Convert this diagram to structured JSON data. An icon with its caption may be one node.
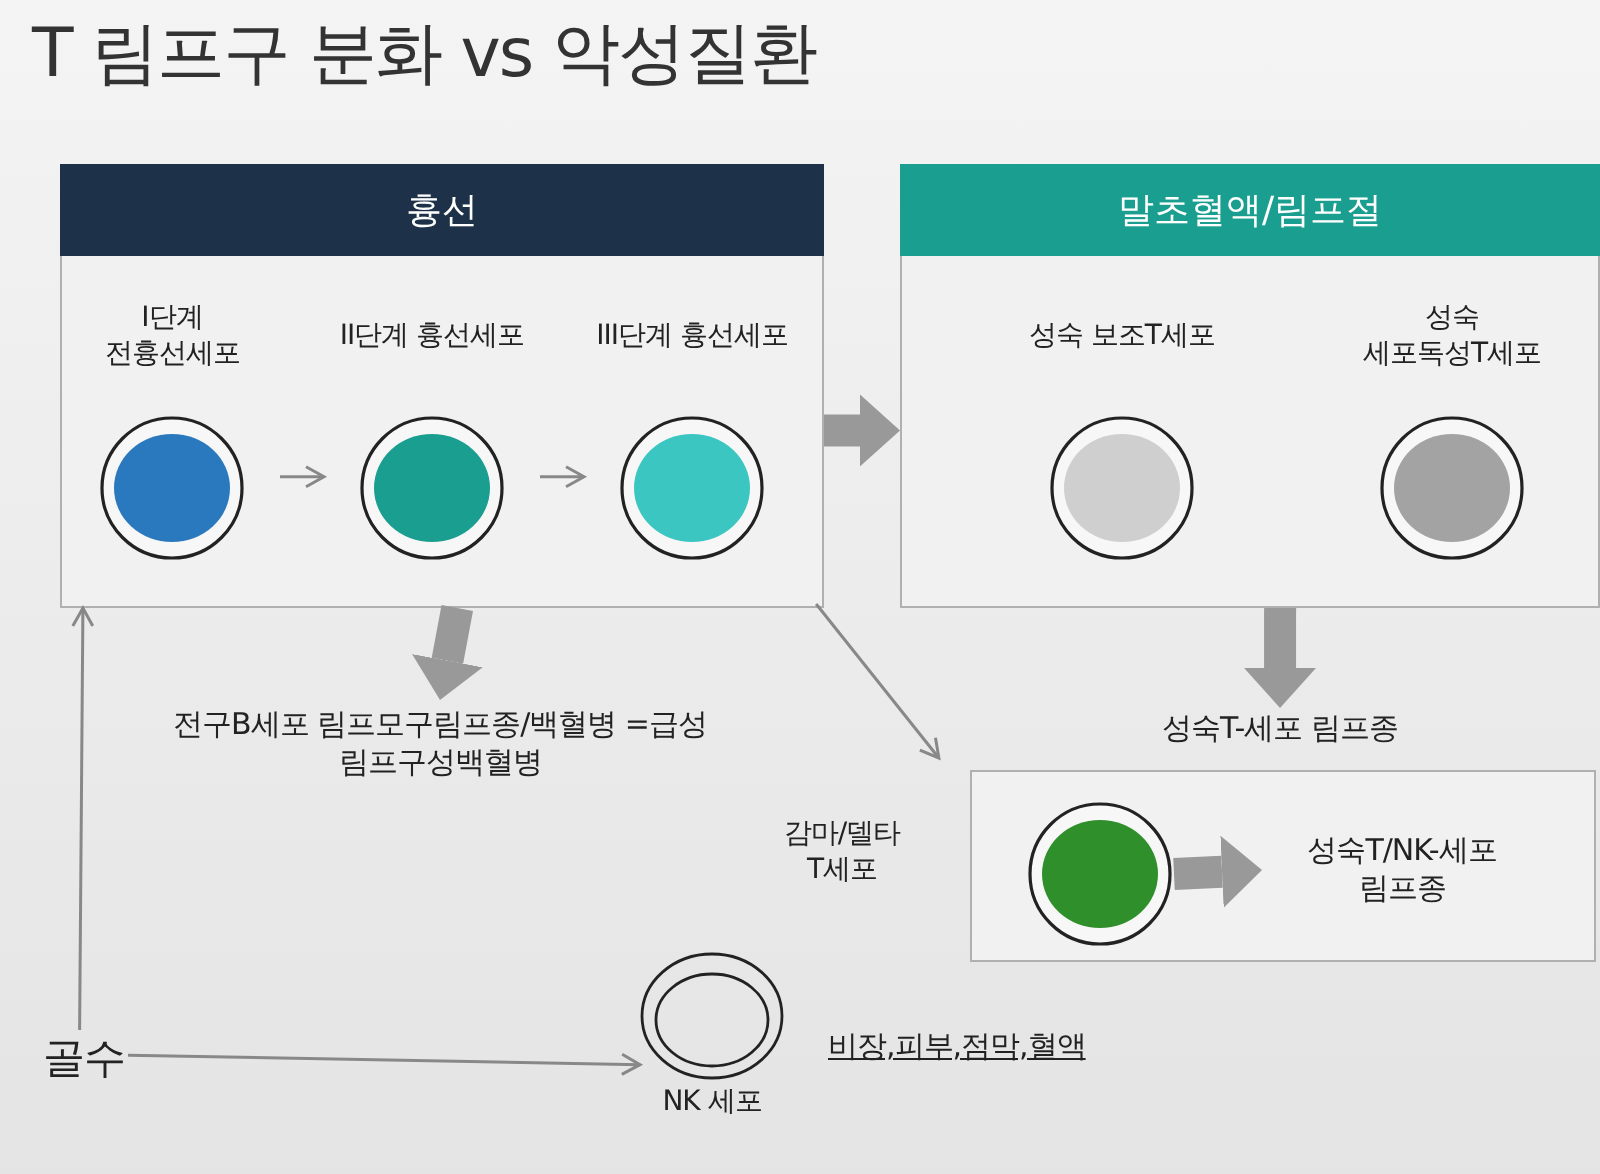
{
  "diagram": {
    "title": "T 림프구 분화 vs 악성질환",
    "nodes": [
      {
        "text": [
          "흉선"
        ]
      },
      {
        "text": [
          "I단계 전흉선세포"
        ],
        "in": 0
      },
      {
        "text": [
          "II단계 흉선세포"
        ],
        "in": 0
      },
      {
        "text": [
          "III단계 흉선세포"
        ],
        "in": 0
      },
      {
        "text": [
          "말초혈액/림프절"
        ]
      },
      {
        "text": [
          "성숙 보조T세포"
        ],
        "in": 4
      },
      {
        "text": [
          "성숙 세포독성T세포"
        ],
        "in": 4
      },
      {
        "text": [
          "전구B세포 림프모구림프종/백혈병 =급성 림프구성백혈병"
        ]
      },
      {
        "text": [
          "성숙T-세포 림프종"
        ]
      },
      {
        "text": [],
        "shape": "box",
        "beside": [
          "감마/델타 T세포"
        ]
      },
      {
        "text": [],
        "shape": "circle",
        "in": 9
      },
      {
        "text": [
          "성숙T/NK-세포 림프종"
        ],
        "in": 9
      },
      {
        "text": [
          "골수"
        ]
      },
      {
        "text": [],
        "shape": "circle",
        "beside": [
          "NK 세포"
        ]
      }
    ],
    "edges": [
      {
        "from": 1,
        "to": 2,
        "arrow": "to"
      },
      {
        "from": 2,
        "to": 3,
        "arrow": "to"
      },
      {
        "from": 0,
        "to": 4,
        "arrow": "to",
        "style": "thick"
      },
      {
        "from": 0,
        "to": 7,
        "arrow": "to",
        "style": "thick"
      },
      {
        "from": 4,
        "to": 8,
        "arrow": "to",
        "style": "thick"
      },
      {
        "from": 0,
        "to": 9,
        "arrow": "to"
      },
      {
        "from": 10,
        "to": 11,
        "arrow": "to",
        "style": "thick"
      },
      {
        "from": 12,
        "to": 0,
        "arrow": "to"
      },
      {
        "from": 12,
        "to": 13,
        "arrow": "to"
      }
    ],
    "labels": [
      "비장,피부,점막,혈액"
    ]
  }
}
